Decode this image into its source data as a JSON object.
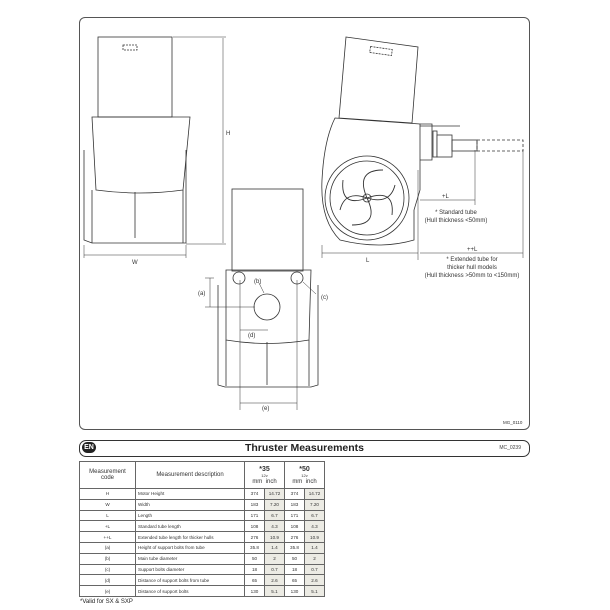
{
  "drawing": {
    "labels": {
      "H": "H",
      "W": "W",
      "L": "L",
      "plusL": "+L",
      "plusplusL": "++L",
      "a": "(a)",
      "b": "(b)",
      "c": "(c)",
      "d": "(d)",
      "e": "(e)"
    },
    "standard_tube": [
      "* Standard tube",
      "(Hull thickness <50mm)"
    ],
    "extended_tube": [
      "* Extended tube for",
      "thicker hull models",
      "(Hull thickness >50mm to <150mm)"
    ],
    "figure_code": "MG_0110"
  },
  "header": {
    "badge": "EN",
    "title": "Thruster Measurements",
    "code": "MC_0239"
  },
  "table": {
    "col_code": "Measurement code",
    "col_desc": "Measurement description",
    "models": [
      {
        "name": "*35",
        "voltage": "12v"
      },
      {
        "name": "*50",
        "voltage": "12v"
      }
    ],
    "unit_mm": "mm",
    "unit_inch": "inch",
    "rows": [
      {
        "code": "H",
        "desc": "Motor Height",
        "v": [
          "374",
          "14.72",
          "374",
          "14.72"
        ]
      },
      {
        "code": "W",
        "desc": "Width",
        "v": [
          "183",
          "7.20",
          "183",
          "7.20"
        ]
      },
      {
        "code": "L",
        "desc": "Length",
        "v": [
          "171",
          "6.7",
          "171",
          "6.7"
        ]
      },
      {
        "code": "+L",
        "desc": "Standard tube length",
        "v": [
          "108",
          "4.3",
          "108",
          "4.3"
        ]
      },
      {
        "code": "++L",
        "desc": "Extended tube length for thicker hulls",
        "v": [
          "276",
          "10.9",
          "276",
          "10.9"
        ]
      },
      {
        "code": "(a)",
        "desc": "Height of support bolts from tube",
        "v": [
          "35.8",
          "1.4",
          "35.8",
          "1.4"
        ]
      },
      {
        "code": "(b)",
        "desc": "Main tube diameter",
        "v": [
          "50",
          "2",
          "50",
          "2"
        ]
      },
      {
        "code": "(c)",
        "desc": "Support bolts diameter",
        "v": [
          "18",
          "0.7",
          "18",
          "0.7"
        ]
      },
      {
        "code": "(d)",
        "desc": "Distance of support bolts from tube",
        "v": [
          "65",
          "2.6",
          "65",
          "2.6"
        ]
      },
      {
        "code": "(e)",
        "desc": "Distance of support bolts",
        "v": [
          "130",
          "5.1",
          "130",
          "5.1"
        ]
      }
    ]
  },
  "footnote": "*Valid for SX & SXP"
}
